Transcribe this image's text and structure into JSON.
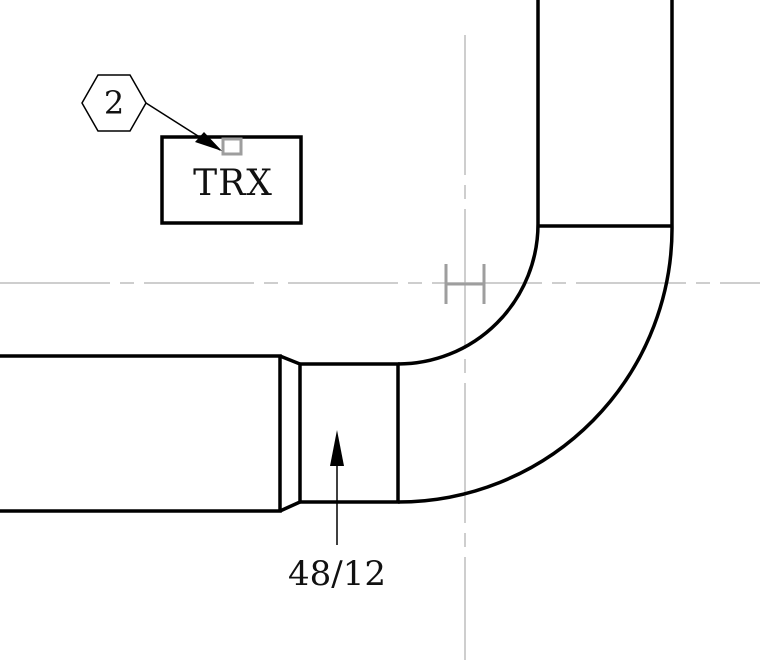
{
  "drawing": {
    "tag_label": "2",
    "equipment_label": "TRX",
    "duct_size_label": "48/12"
  },
  "colors": {
    "line": "#000000",
    "centerline": "#bdbdbd",
    "annotation_gray": "#9e9e9e",
    "background": "#ffffff"
  }
}
